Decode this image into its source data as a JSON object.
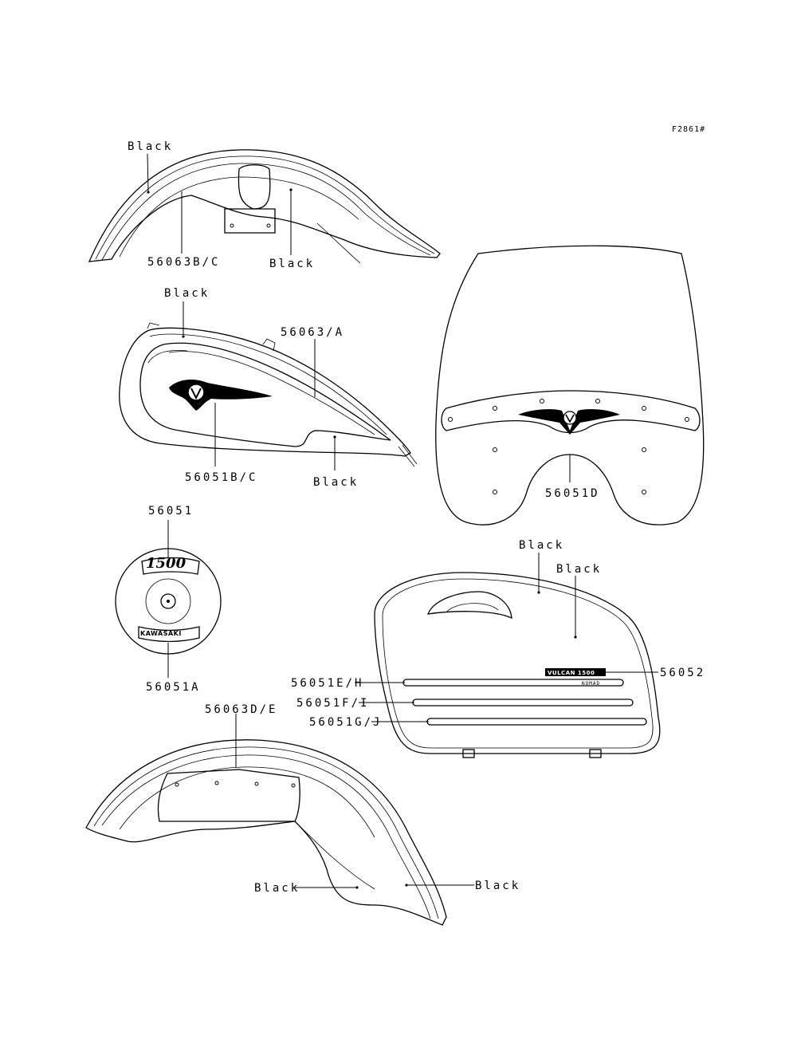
{
  "figure_code": "F2861#",
  "labels": {
    "rear_fender_top": {
      "black_left": "Black",
      "part": "56063B/C",
      "black_right": "Black"
    },
    "fuel_tank": {
      "black_top": "Black",
      "part_top": "56063/A",
      "part_emblem": "56051B/C",
      "black_bottom": "Black"
    },
    "windshield": {
      "part": "56051D"
    },
    "side_cover": {
      "part": "56051",
      "bottom_part": "56051A",
      "logo_text": "1500",
      "kawasaki_text": "KAWASAKI"
    },
    "saddlebag": {
      "black_1": "Black",
      "black_2": "Black",
      "stripe_1": "56051E/H",
      "stripe_2": "56051F/I",
      "stripe_3": "56051G/J",
      "badge_part": "56052",
      "badge_text": "VULCAN 1500",
      "badge_sub": "NOMAD"
    },
    "front_fender": {
      "part": "56063D/E",
      "black_left": "Black",
      "black_right": "Black"
    }
  },
  "colors": {
    "line": "#000000",
    "background": "#ffffff"
  }
}
